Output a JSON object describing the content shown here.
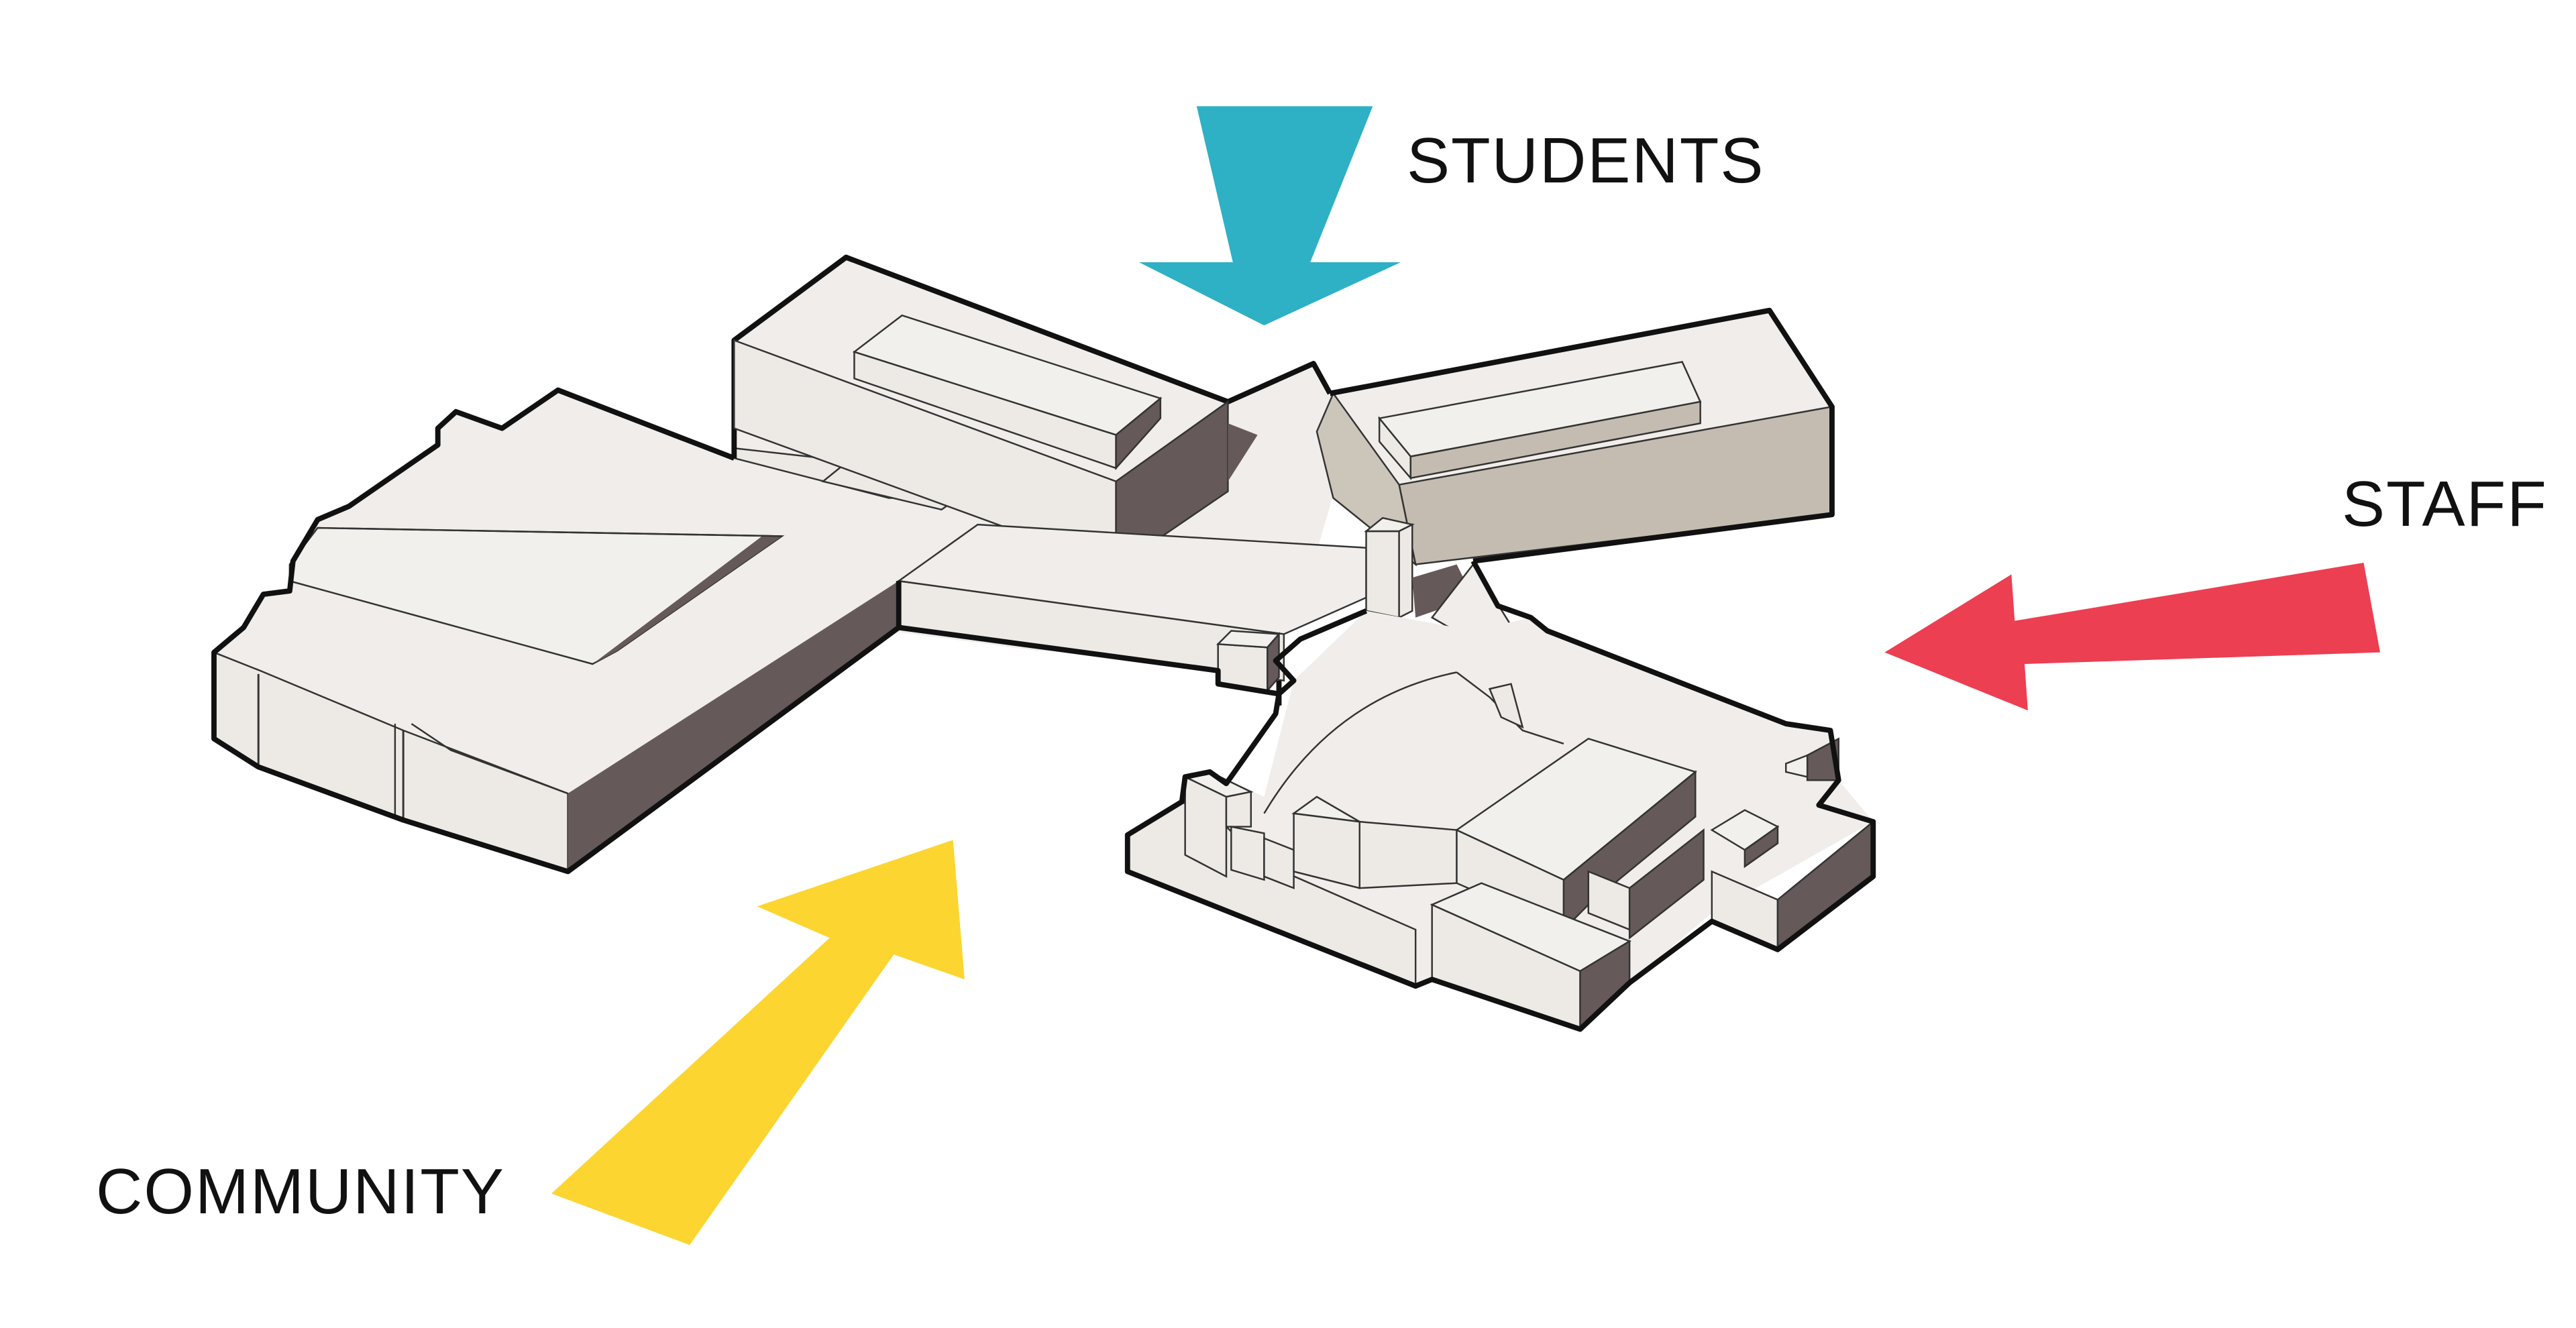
{
  "labels": {
    "students": "STUDENTS",
    "staff": "STAFF",
    "community": "COMMUNITY"
  },
  "arrows": {
    "students": {
      "color": "#2eb0c5",
      "icon": "arrow-down-icon"
    },
    "staff": {
      "color": "#ec3f52",
      "icon": "arrow-left-icon"
    },
    "community": {
      "color": "#fcd530",
      "icon": "arrow-up-right-icon"
    }
  },
  "colors": {
    "roof": "#f0edea",
    "wall_light": "#edeae6",
    "wall_shadow": "#655a59",
    "wall_tan": "#c4bcb0",
    "outline": "#111111"
  }
}
